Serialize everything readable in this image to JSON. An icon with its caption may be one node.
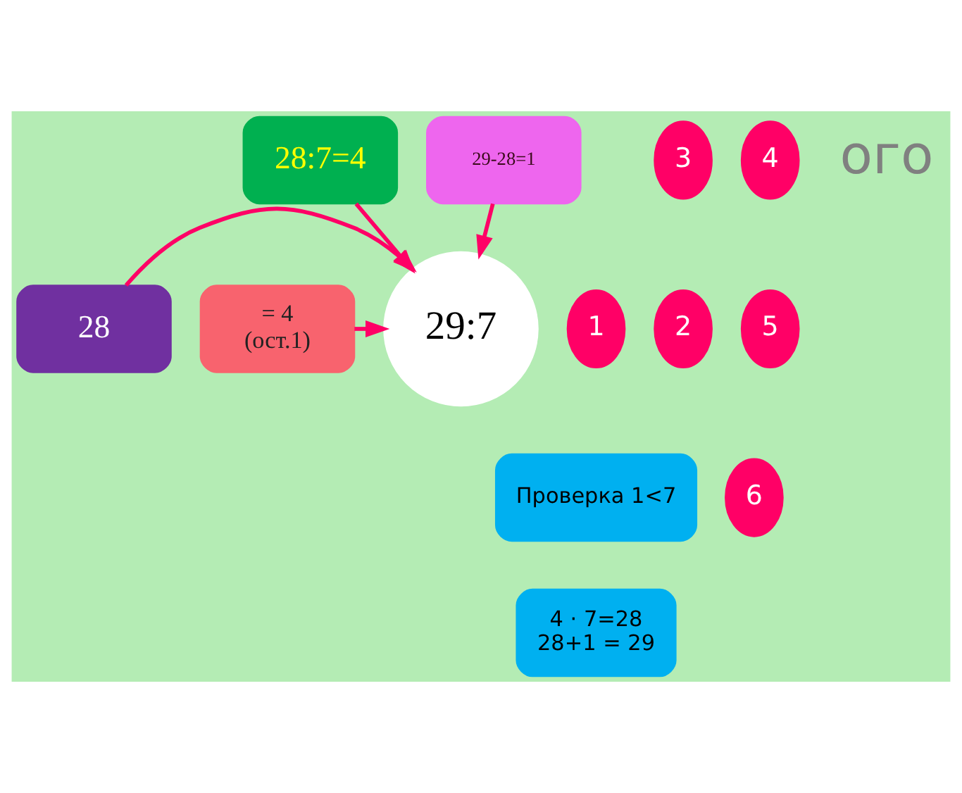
{
  "diagram": {
    "nodes": [
      {
        "text": [
          "29:7"
        ]
      },
      {
        "text": [
          "1"
        ]
      },
      {
        "text": [
          "28"
        ]
      },
      {
        "text": [
          "2"
        ]
      },
      {
        "text": [
          "28:7=4"
        ]
      },
      {
        "text": [
          "3"
        ]
      },
      {
        "text": [
          "29-28=1"
        ]
      },
      {
        "text": [
          "4"
        ]
      },
      {
        "text": [
          "= 4",
          "(ост.1)"
        ]
      },
      {
        "text": [
          "5"
        ]
      },
      {
        "text": [
          "6"
        ]
      },
      {
        "text": [
          "Проверка 1<7"
        ]
      },
      {
        "text": [
          "4 · 7=28",
          "28+1 = 29"
        ]
      }
    ],
    "edges": [
      {
        "from": 2,
        "to": 0,
        "arrow": "to"
      },
      {
        "from": 4,
        "to": 0,
        "arrow": "to"
      },
      {
        "from": 6,
        "to": 0,
        "arrow": "to"
      },
      {
        "from": 8,
        "to": 0,
        "arrow": "to"
      }
    ],
    "labels": [
      "ого"
    ]
  }
}
